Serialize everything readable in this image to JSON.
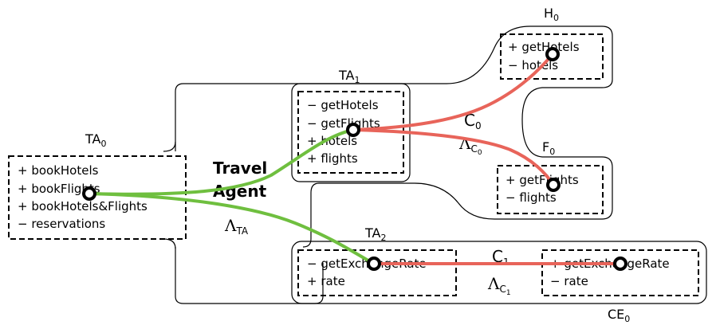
{
  "components": {
    "TA0": {
      "name": "TA",
      "index": "0",
      "ports": [
        "+ bookHotels",
        "+ bookFlights",
        "+ bookHotels&Flights",
        "− reservations"
      ]
    },
    "TA1": {
      "name": "TA",
      "index": "1",
      "ports": [
        "− getHotels",
        "− getFlights",
        "+ hotels",
        "+ flights"
      ]
    },
    "TA2": {
      "name": "TA",
      "index": "2",
      "ports": [
        "− getExchangeRate",
        "+ rate"
      ]
    },
    "H0": {
      "name": "H",
      "index": "0",
      "ports": [
        "+ getHotels",
        "− hotels"
      ]
    },
    "F0": {
      "name": "F",
      "index": "0",
      "ports": [
        "+ getFlights",
        "− flights"
      ]
    },
    "CE0": {
      "name": "CE",
      "index": "0",
      "ports": [
        "+ getExchangeRate",
        "− rate"
      ]
    }
  },
  "group_label": {
    "line1": "Travel",
    "line2": "Agent"
  },
  "lambda_TA": {
    "symbol": "Λ",
    "sub": "TA"
  },
  "connectors": {
    "C0": {
      "name": "C",
      "index": "0",
      "lambda": "Λ",
      "lambda_sub": "C",
      "lambda_subsub": "0"
    },
    "C1": {
      "name": "C",
      "index": "1",
      "lambda": "Λ",
      "lambda_sub": "C",
      "lambda_subsub": "1"
    }
  },
  "colors": {
    "green": "#6fbf3f",
    "red": "#e8645a",
    "black": "#000000"
  }
}
